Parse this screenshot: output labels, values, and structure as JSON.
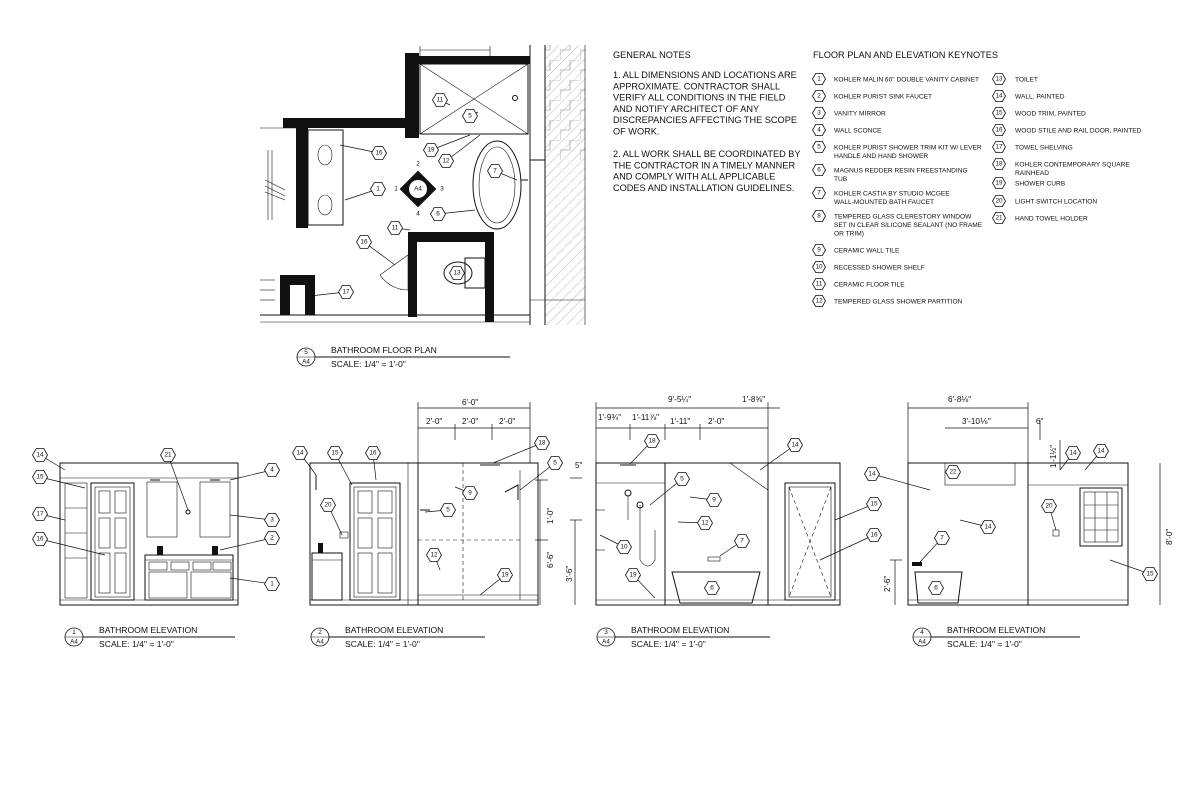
{
  "general_notes": {
    "title": "GENERAL NOTES",
    "note1": [
      "1. ALL DIMENSIONS AND LOCATIONS ARE",
      "APPROXIMATE. CONTRACTOR SHALL",
      "VERIFY ALL CONDITIONS IN THE FIELD",
      "AND NOTIFY ARCHITECT OF ANY",
      "DISCREPANCIES AFFECTING THE SCOPE",
      "OF WORK."
    ],
    "note2": [
      "2. ALL WORK SHALL BE COORDINATED BY",
      "THE CONTRACTOR IN A TIMELY MANNER",
      "AND COMPLY WITH ALL APPLICABLE",
      "CODES AND INSTALLATION GUIDELINES."
    ]
  },
  "keynotes": {
    "title": "FLOOR PLAN AND ELEVATION KEYNOTES",
    "left": [
      {
        "num": "1",
        "lines": [
          "KOHLER MALIN 60\" DOUBLE VANITY CABINET"
        ]
      },
      {
        "num": "2",
        "lines": [
          "KOHLER PURIST SINK FAUCET"
        ]
      },
      {
        "num": "3",
        "lines": [
          "VANITY MIRROR"
        ]
      },
      {
        "num": "4",
        "lines": [
          "WALL SCONCE"
        ]
      },
      {
        "num": "5",
        "lines": [
          "KOHLER PURIST SHOWER TRIM KIT W/ LEVER",
          "HANDLE AND HAND SHOWER"
        ]
      },
      {
        "num": "6",
        "lines": [
          "MAGNUS REDDER RESIN FREESTANDING",
          "TUB"
        ]
      },
      {
        "num": "7",
        "lines": [
          "KOHLER CASTIA BY STUDIO MCGEE",
          "WALL-MOUNTED BATH FAUCET"
        ]
      },
      {
        "num": "8",
        "lines": [
          "TEMPERED GLASS CLERESTORY WINDOW",
          "SET IN CLEAR SILICONE SEALANT (NO FRAME",
          "OR TRIM)"
        ]
      },
      {
        "num": "9",
        "lines": [
          "CERAMIC WALL TILE"
        ]
      },
      {
        "num": "10",
        "lines": [
          "RECESSED SHOWER SHELF"
        ]
      },
      {
        "num": "11",
        "lines": [
          "CERAMIC FLOOR TILE"
        ]
      },
      {
        "num": "12",
        "lines": [
          "TEMPERED GLASS SHOWER PARTITION"
        ]
      }
    ],
    "right": [
      {
        "num": "13",
        "lines": [
          "TOILET"
        ]
      },
      {
        "num": "14",
        "lines": [
          "WALL, PAINTED"
        ]
      },
      {
        "num": "15",
        "lines": [
          "WOOD TRIM, PAINTED"
        ]
      },
      {
        "num": "16",
        "lines": [
          "WOOD STILE AND RAIL DOOR, PAINTED"
        ]
      },
      {
        "num": "17",
        "lines": [
          "TOWEL SHELVING"
        ]
      },
      {
        "num": "18",
        "lines": [
          "KOHLER CONTEMPORARY SQUARE",
          "RAINHEAD"
        ]
      },
      {
        "num": "19",
        "lines": [
          "SHOWER CURB"
        ]
      },
      {
        "num": "20",
        "lines": [
          "LIGHT SWITCH LOCATION"
        ]
      },
      {
        "num": "21",
        "lines": [
          "HAND TOWEL HOLDER"
        ]
      }
    ]
  },
  "drawing_titles": [
    {
      "num": "5",
      "sheet": "A4",
      "title": "BATHROOM FLOOR PLAN",
      "scale": "SCALE: 1/4\" = 1'-0\""
    },
    {
      "num": "1",
      "sheet": "A4",
      "title": "BATHROOM ELEVATION",
      "scale": "SCALE: 1/4\" = 1'-0\""
    },
    {
      "num": "2",
      "sheet": "A4",
      "title": "BATHROOM ELEVATION",
      "scale": "SCALE: 1/4\" = 1'-0\""
    },
    {
      "num": "3",
      "sheet": "A4",
      "title": "BATHROOM ELEVATION",
      "scale": "SCALE: 1/4\" = 1'-0\""
    },
    {
      "num": "4",
      "sheet": "A4",
      "title": "BATHROOM ELEVATION",
      "scale": "SCALE: 1/4\" = 1'-0\""
    }
  ],
  "plan_marker": {
    "sheet": "A4",
    "n": "2",
    "e": "3",
    "s": "4",
    "w": "1"
  },
  "dimensions": {
    "e2_total": "6'-0\"",
    "e2_a": "2'-0\"",
    "e2_b": "2'-0\"",
    "e2_c": "2'-0\"",
    "e2_h1": "1'-0\"",
    "e2_h2": "6'-6\"",
    "e3_total": "9'-5¼\"",
    "e3_right": "1'-8⅝\"",
    "e3_a": "1'-9¾\"",
    "e3_b": "1'-11⅞\"",
    "e3_c": "1'-11\"",
    "e3_d": "2'-0\"",
    "e3_h1": "5\"",
    "e3_h2": "3'-6\"",
    "e4_total": "6'-8⅛\"",
    "e4_inner": "3'-10⅙\"",
    "e4_side": "6\"",
    "e4_h1": "1'-1½\"",
    "e4_h2": "8'-0\"",
    "e4_h3": "2'-6\""
  }
}
